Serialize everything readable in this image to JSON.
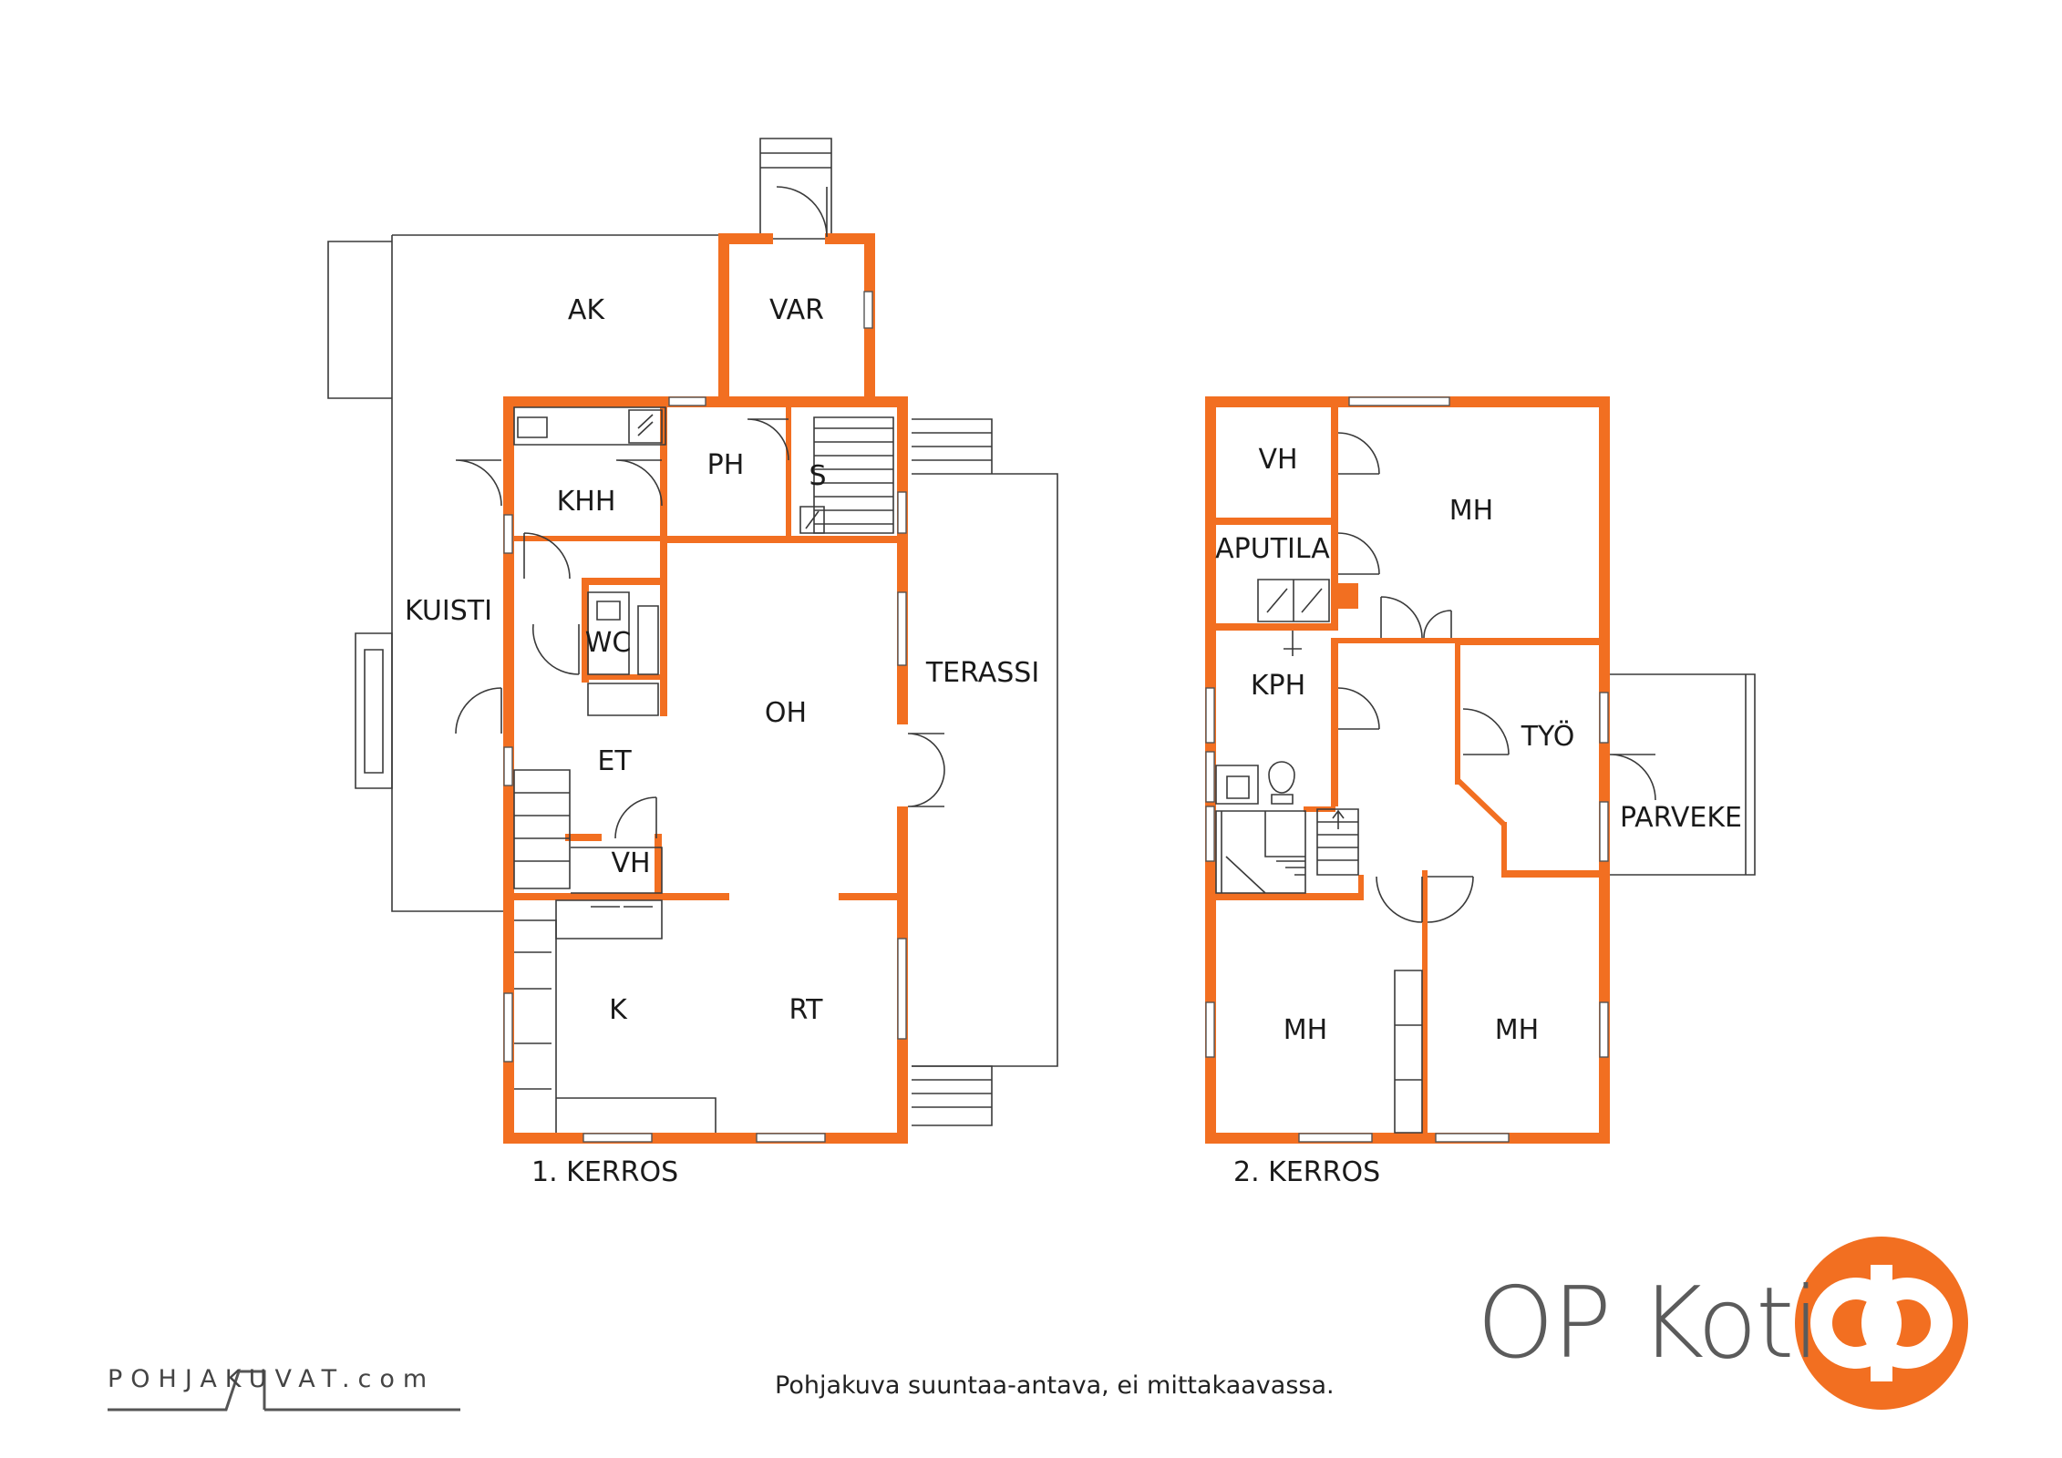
{
  "floors": [
    {
      "label": "1. KERROS"
    },
    {
      "label": "2. KERROS"
    }
  ],
  "rooms": {
    "ak": "AK",
    "var": "VAR",
    "ph": "PH",
    "s": "S",
    "khh": "KHH",
    "kuisti": "KUISTI",
    "wc": "WC",
    "oh": "OH",
    "terassi": "TERASSI",
    "et": "ET",
    "vh1": "VH",
    "k": "K",
    "rt": "RT",
    "vh2": "VH",
    "mh_top": "MH",
    "aputila": "APUTILA",
    "kph": "KPH",
    "tyo": "TYÖ",
    "parveke": "PARVEKE",
    "mh_left": "MH",
    "mh_right": "MH"
  },
  "disclaimer": "Pohjakuva suuntaa-antava, ei mittakaavassa.",
  "brand": {
    "name": "OP Koti",
    "color": "#f26f21",
    "logo_text": "POHJAKUVAT.com"
  },
  "colors": {
    "wall": "#f26f21",
    "line": "#3a3a3a"
  }
}
